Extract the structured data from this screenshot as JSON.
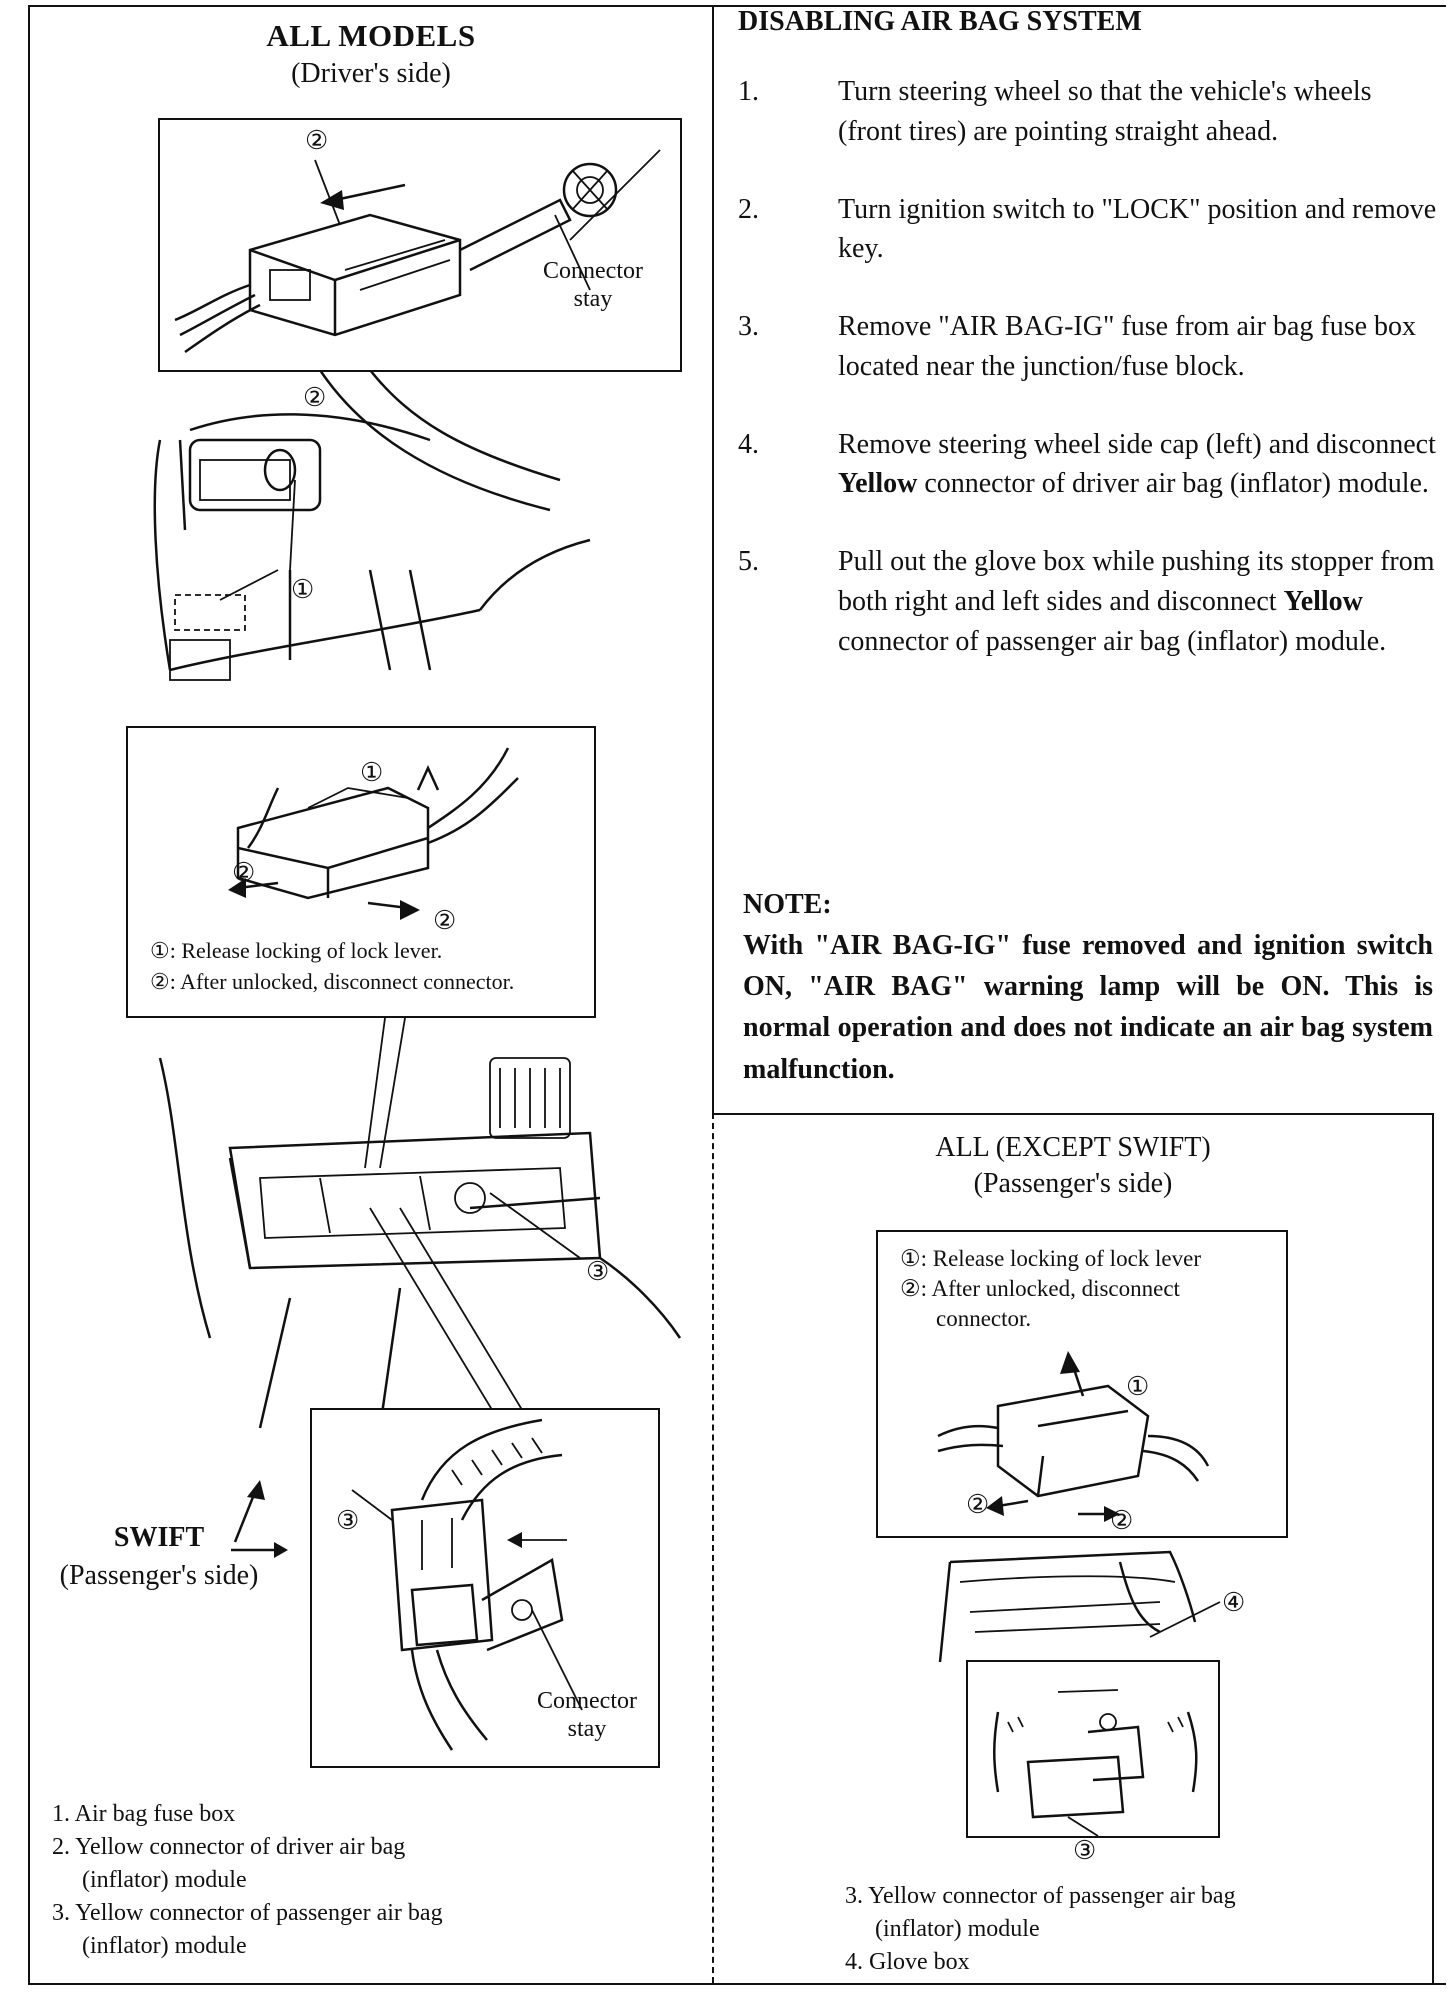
{
  "left": {
    "title": "ALL MODELS",
    "subtitle": "(Driver's side)",
    "top_inset_label": "Connector stay",
    "connector_stay_line1": "Connector",
    "connector_stay_line2": "stay",
    "callout_1": "①",
    "callout_2": "②",
    "callout_3": "③",
    "mid_inset_caption": [
      "①: Release locking of lock lever.",
      "②: After unlocked, disconnect connector."
    ],
    "swift_label": "SWIFT",
    "swift_sub": "(Passenger's side)",
    "bottom_inset_label_line1": "Connector",
    "bottom_inset_label_line2": "stay",
    "legend": [
      "1. Air bag fuse box",
      "2. Yellow connector of driver air bag",
      "(inflator) module",
      "3. Yellow connector of passenger air bag",
      "(inflator) module"
    ]
  },
  "right": {
    "title": "DISABLING AIR BAG SYSTEM",
    "steps": [
      {
        "num": "1.",
        "text": "Turn steering wheel so that the vehicle's wheels (front tires) are pointing straight ahead."
      },
      {
        "num": "2.",
        "text": "Turn ignition switch to \"LOCK\" position and remove key."
      },
      {
        "num": "3.",
        "text": "Remove \"AIR BAG-IG\" fuse from air bag fuse box located near the junction/fuse block."
      },
      {
        "num": "4.",
        "pre": "Remove steering wheel side cap (left) and disconnect ",
        "bold": "Yellow",
        "post": " connector of driver air bag (inflator) module."
      },
      {
        "num": "5.",
        "pre": "Pull out the glove box while pushing its stopper from both right and left sides and disconnect ",
        "bold": "Yellow",
        "post": " connector of passenger air bag (inflator) module."
      }
    ],
    "note_heading": "NOTE:",
    "note_body": "With \"AIR BAG-IG\" fuse removed and ignition switch ON, \"AIR BAG\" warning lamp will be ON.  This is normal operation and does not indicate an air bag system malfunction.",
    "sub_title": "ALL (EXCEPT SWIFT)",
    "sub_subtitle": "(Passenger's side)",
    "inset_caption": [
      "①: Release locking of lock lever",
      "②: After unlocked, disconnect",
      "connector."
    ],
    "callout_1": "①",
    "callout_2": "②",
    "callout_3": "③",
    "callout_4": "④",
    "legend": [
      "3. Yellow connector of passenger air bag",
      "(inflator) module",
      "4. Glove box"
    ]
  }
}
